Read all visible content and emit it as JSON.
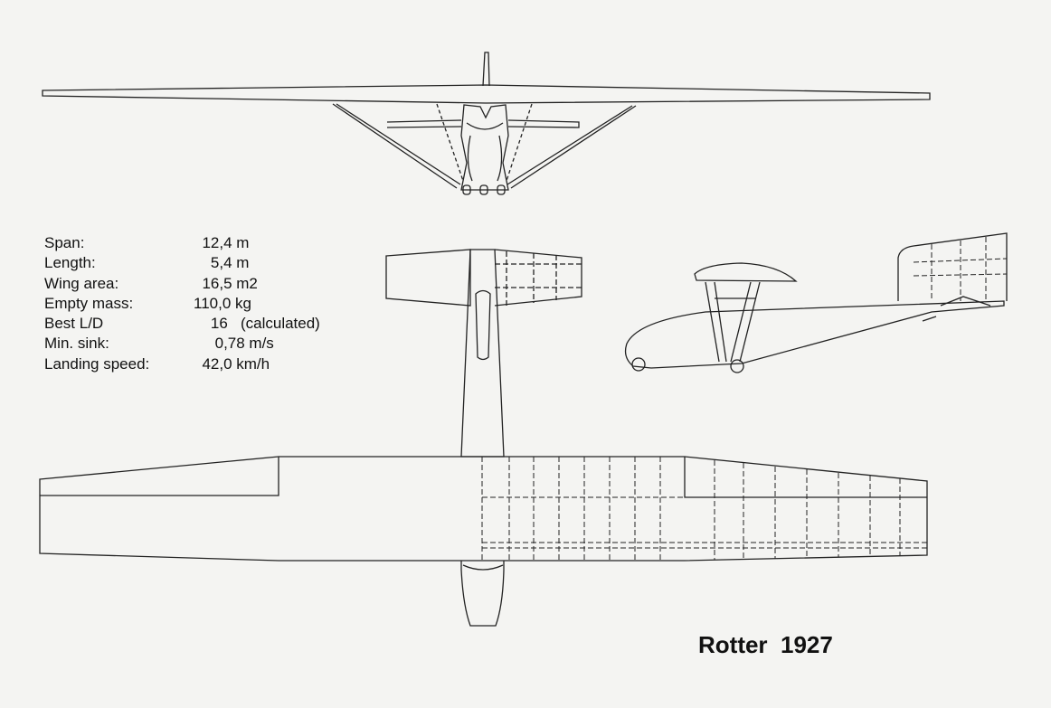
{
  "specs": [
    {
      "label": "Span:",
      "value": "  12,4 m"
    },
    {
      "label": "Length:",
      "value": "    5,4 m"
    },
    {
      "label": "Wing area:",
      "value": "  16,5 m2"
    },
    {
      "label": "Empty mass:",
      "value": "110,0 kg"
    },
    {
      "label": "Best L/D",
      "value": "    16   (calculated)"
    },
    {
      "label": "Min. sink:",
      "value": "     0,78 m/s"
    },
    {
      "label": "Landing speed:",
      "value": "  42,0 km/h"
    }
  ],
  "title": "Rotter  1927",
  "colors": {
    "line": "#222222",
    "paper": "#f4f4f2"
  }
}
